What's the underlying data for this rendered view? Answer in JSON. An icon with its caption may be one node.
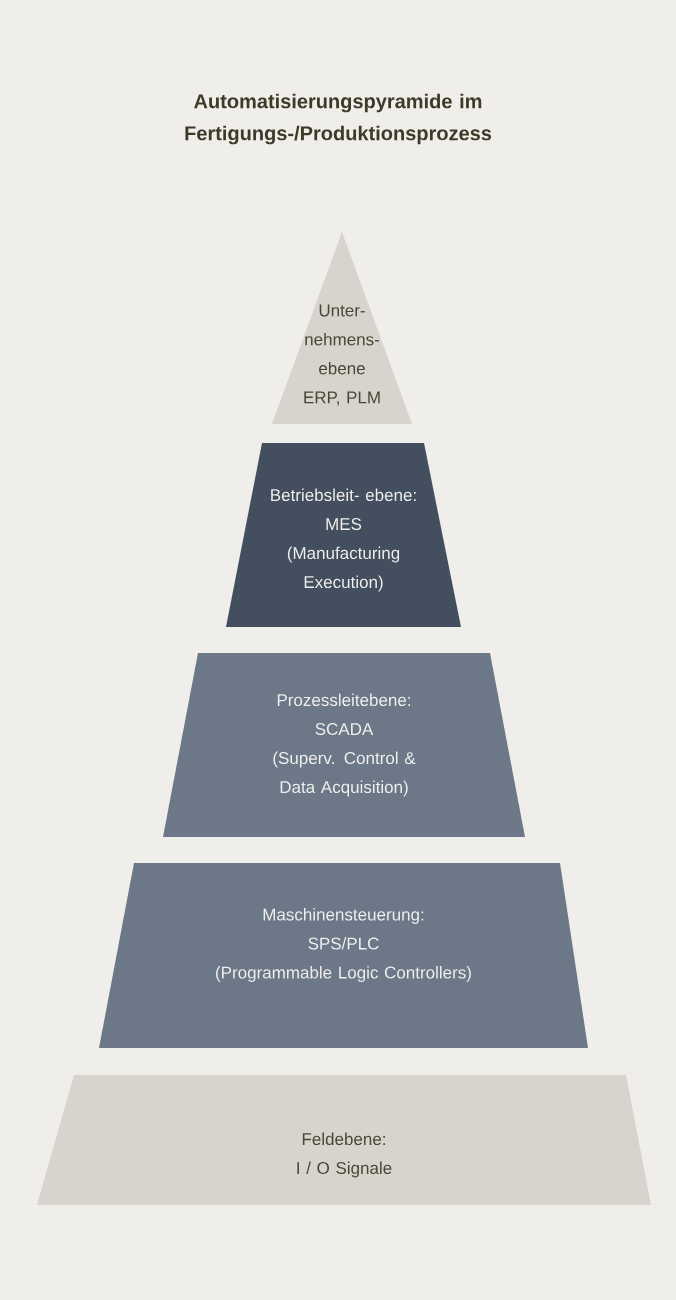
{
  "diagram": {
    "title": "Automatisierungspyramide im Fertigungs-/Produktionsprozess",
    "nodes": [
      {
        "text": [
          "Unter- nehmens- ebene",
          "ERP, PLM"
        ]
      },
      {
        "text": [
          "Betriebsleit- ebene:",
          "MES",
          "(Manufacturing Execution)"
        ]
      },
      {
        "text": [
          "Prozessleitebene:",
          "SCADA",
          "(Superv. Control & Data Acquisition)"
        ]
      },
      {
        "text": [
          "Maschinensteuerung:",
          "SPS/PLC",
          "(Programmable Logic Controllers)"
        ]
      },
      {
        "text": [
          "Feldebene:",
          "I / O Signale"
        ]
      }
    ]
  }
}
